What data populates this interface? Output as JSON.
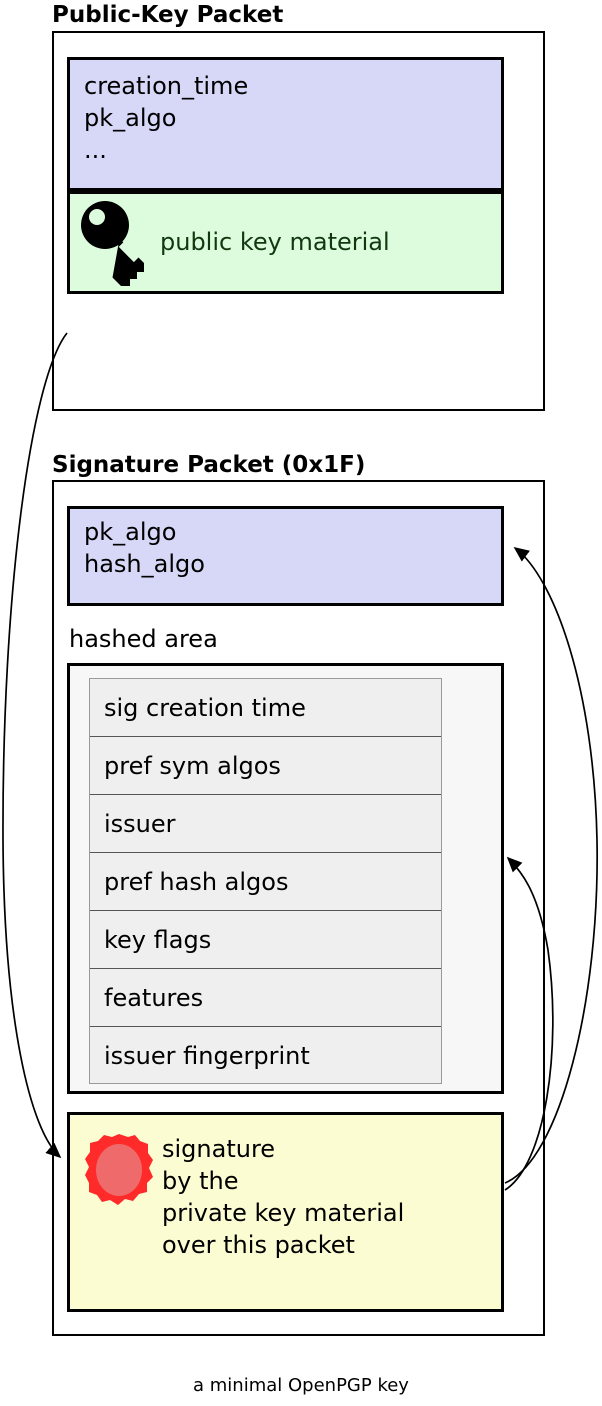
{
  "diagram": {
    "caption": "a minimal OpenPGP key",
    "colors": {
      "purple_fill": "#d7d7f8",
      "green_fill": "#ddfcdd",
      "yellow_fill": "#fcfcd2",
      "hashed_fill": "#f7f7f7",
      "subpacket_fill": "#efefef",
      "seal_red": "#ff2a2a",
      "seal_inner_red": "#ef6a6a",
      "stroke": "#000000"
    },
    "packets": [
      {
        "title": "Public-Key Packet",
        "header_fields": "creation_time\npk_algo\n...",
        "key_material_label": "public key material",
        "key_icon": "key-icon"
      },
      {
        "title": "Signature Packet (0x1F)",
        "header_fields": "pk_algo\nhash_algo",
        "hashed_area_label": "hashed area",
        "subpackets": [
          "sig creation time",
          "pref sym algos",
          "issuer",
          "pref hash algos",
          "key flags",
          "features",
          "issuer fingerprint"
        ],
        "signature_text": "signature\nby the\nprivate key material\nover this packet",
        "seal_icon": "seal-icon"
      }
    ],
    "arrows": [
      {
        "name": "public-key-to-signature",
        "from": "public-key-packet",
        "to": "signature-block"
      },
      {
        "name": "signature-to-pk-hash-algo",
        "from": "signature-block",
        "to": "signature-header-fields"
      },
      {
        "name": "signature-to-hashed-area",
        "from": "signature-block",
        "to": "hashed-area"
      }
    ]
  }
}
